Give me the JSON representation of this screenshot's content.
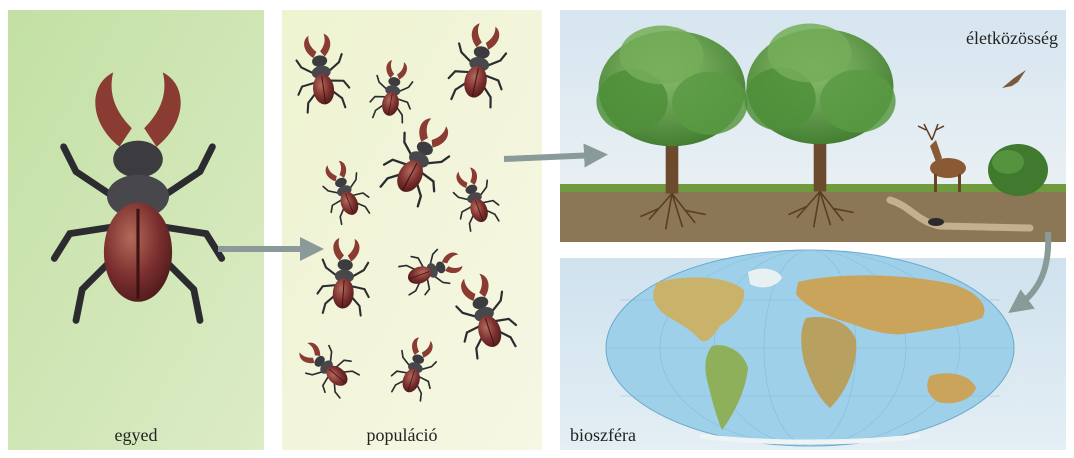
{
  "panels": {
    "individual": {
      "label": "egyed"
    },
    "population": {
      "label": "populáció"
    },
    "community": {
      "label": "életközösség"
    },
    "biosphere": {
      "label": "bioszféra"
    }
  },
  "colors": {
    "individual_bg": "#cfe6b4",
    "population_bg": "#f4f6dc",
    "community_sky": "#dfeaf3",
    "biosphere_bg": "#d6e6f0",
    "beetle_body": "#7a2e2e",
    "beetle_head": "#3c3c40",
    "tree_green": "#4f8f3a",
    "arrow": "#8a9a98",
    "ocean": "#9fd0ea"
  }
}
